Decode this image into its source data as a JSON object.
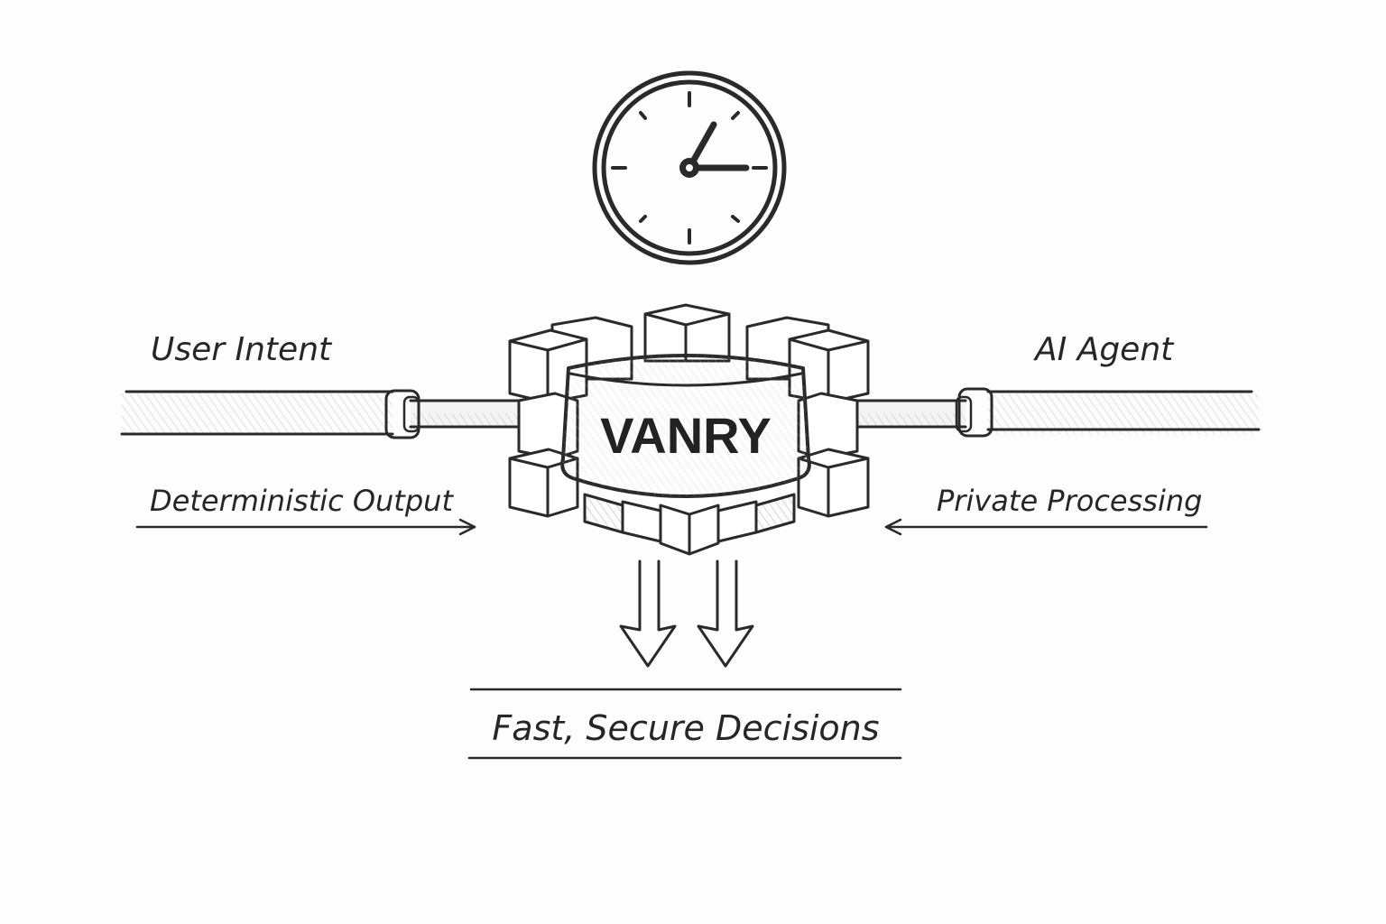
{
  "diagram": {
    "core_label": "VANRY",
    "clock": {
      "icon": "clock-icon",
      "time_shown": "3:05"
    },
    "inputs": [
      {
        "label": "User Intent",
        "side": "left",
        "pipe": "pipe-icon"
      },
      {
        "label": "AI Agent",
        "side": "right",
        "pipe": "pipe-icon"
      }
    ],
    "flows": [
      {
        "label": "Deterministic Output",
        "direction": "right-arrow"
      },
      {
        "label": "Private Processing",
        "direction": "left-arrow"
      }
    ],
    "output": {
      "label": "Fast, Secure Decisions",
      "arrows": [
        "down-arrow",
        "down-arrow"
      ]
    },
    "colors": {
      "ink": "#2a2a2a",
      "shade": "#cfcfcf",
      "background": "#fdfdfd"
    }
  }
}
